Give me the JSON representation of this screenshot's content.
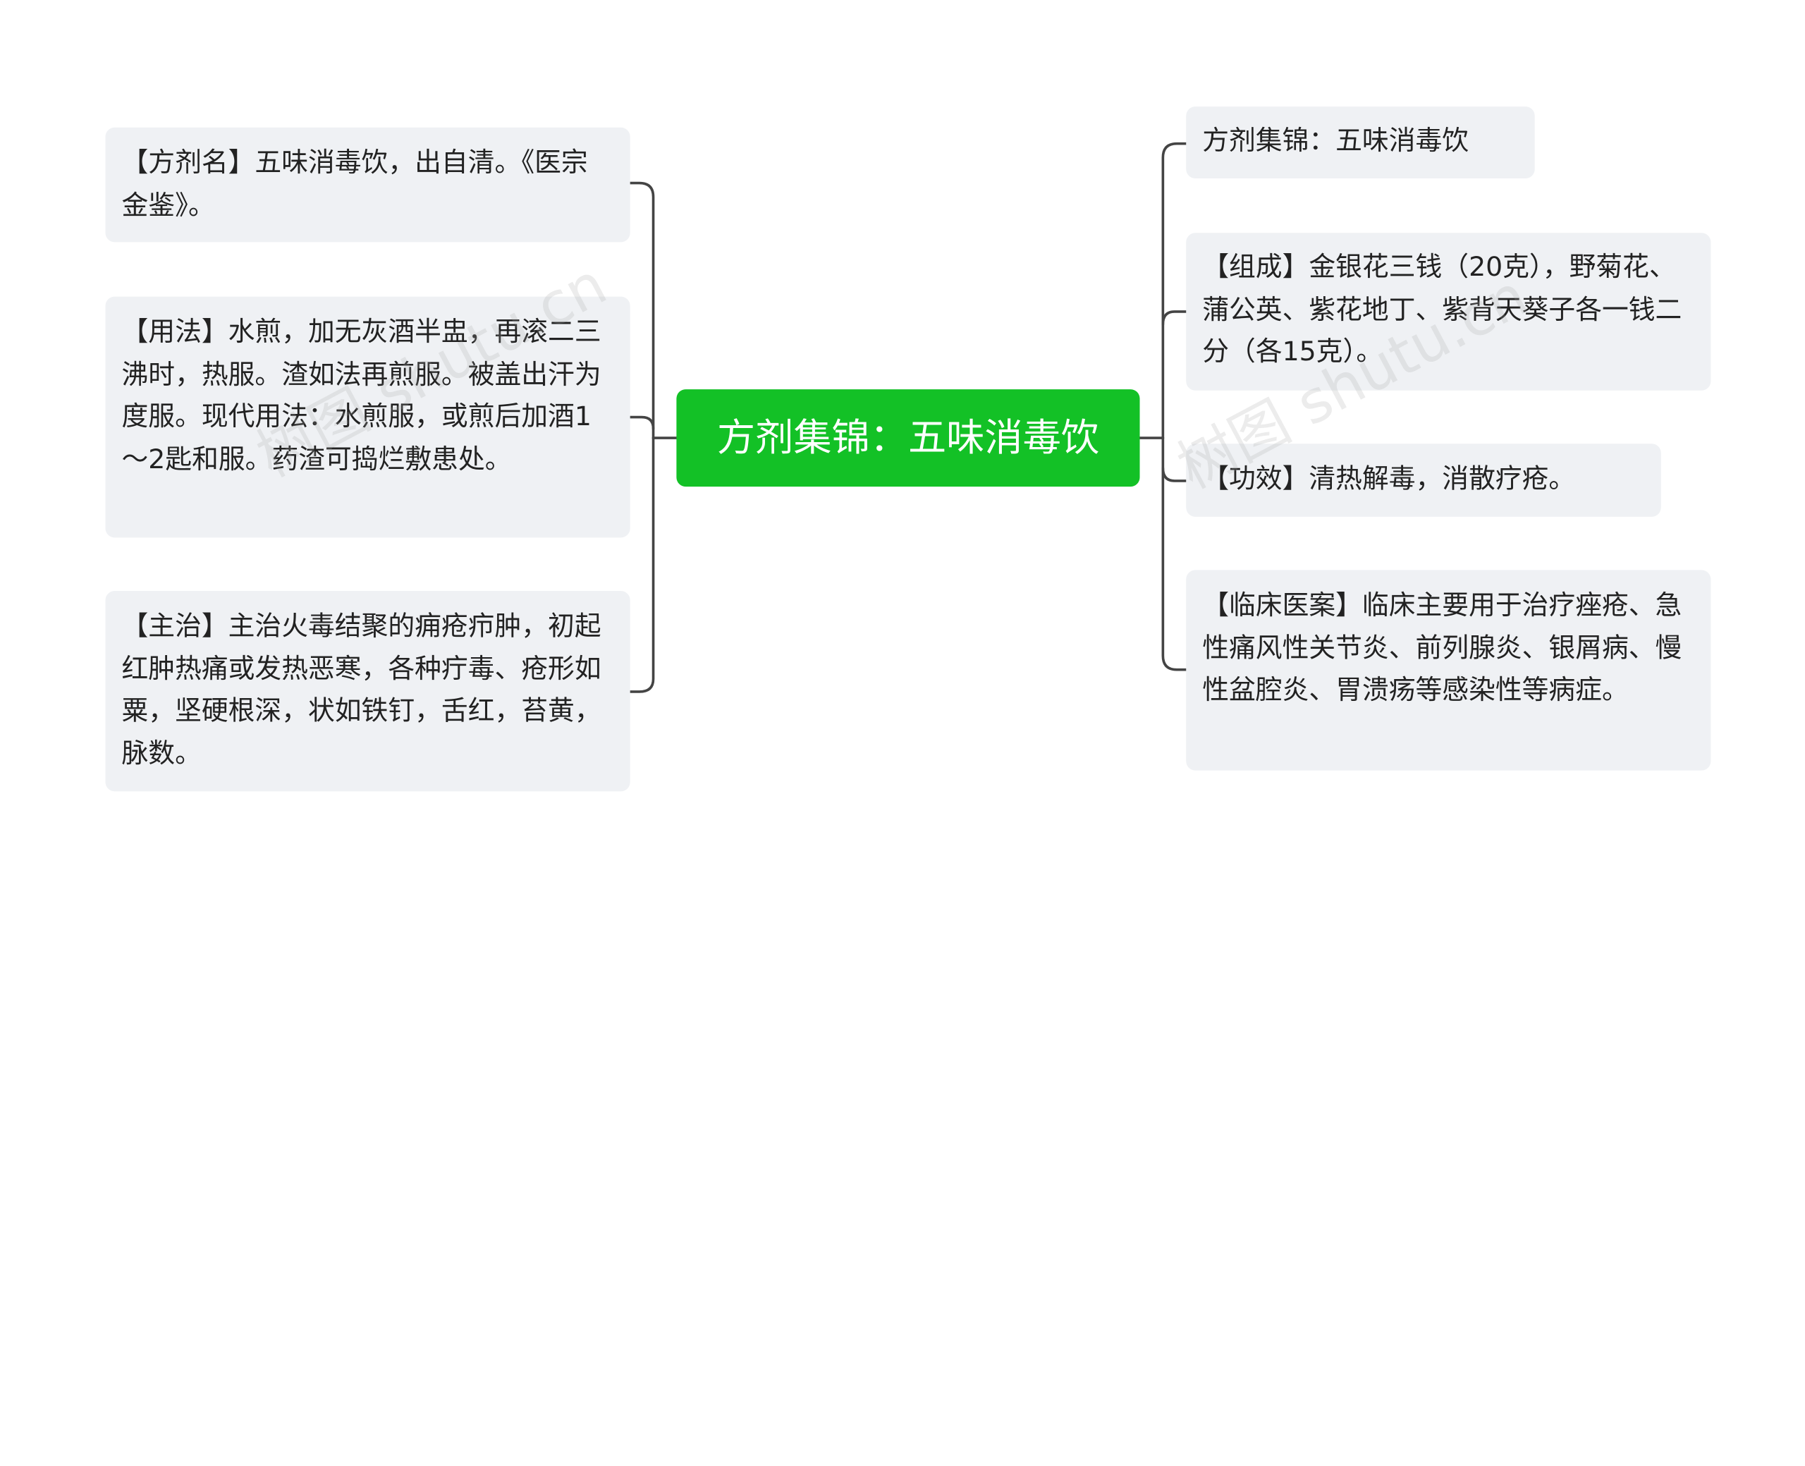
{
  "root": {
    "label": "方剂集锦：五味消毒饮"
  },
  "left_nodes": [
    {
      "text": "【方剂名】五味消毒饮，出自清。《医宗金鉴》。"
    },
    {
      "text": "【用法】水煎，加无灰酒半盅，再滚二三沸时，热服。渣如法再煎服。被盖出汗为度服。现代用法：水煎服，或煎后加酒1～2匙和服。药渣可捣烂敷患处。"
    },
    {
      "text": "【主治】主治火毒结聚的痈疮疖肿，初起红肿热痛或发热恶寒，各种疔毒、疮形如粟，坚硬根深，状如铁钉，舌红，苔黄，脉数。"
    }
  ],
  "right_nodes": [
    {
      "text": "方剂集锦：五味消毒饮"
    },
    {
      "text": "【组成】金银花三钱（20克），野菊花、蒲公英、紫花地丁、紫背天葵子各一钱二分（各15克）。"
    },
    {
      "text": "【功效】清热解毒，消散疗疮。"
    },
    {
      "text": "【临床医案】临床主要用于治疗痤疮、急性痛风性关节炎、前列腺炎、银屑病、慢性盆腔炎、胃溃疡等感染性等病症。"
    }
  ],
  "watermarks": [
    "树图 shutu.cn",
    "树图 shutu.cn"
  ],
  "colors": {
    "root_bg": "#13c126",
    "node_bg": "#eff1f4",
    "connector": "#444444"
  }
}
